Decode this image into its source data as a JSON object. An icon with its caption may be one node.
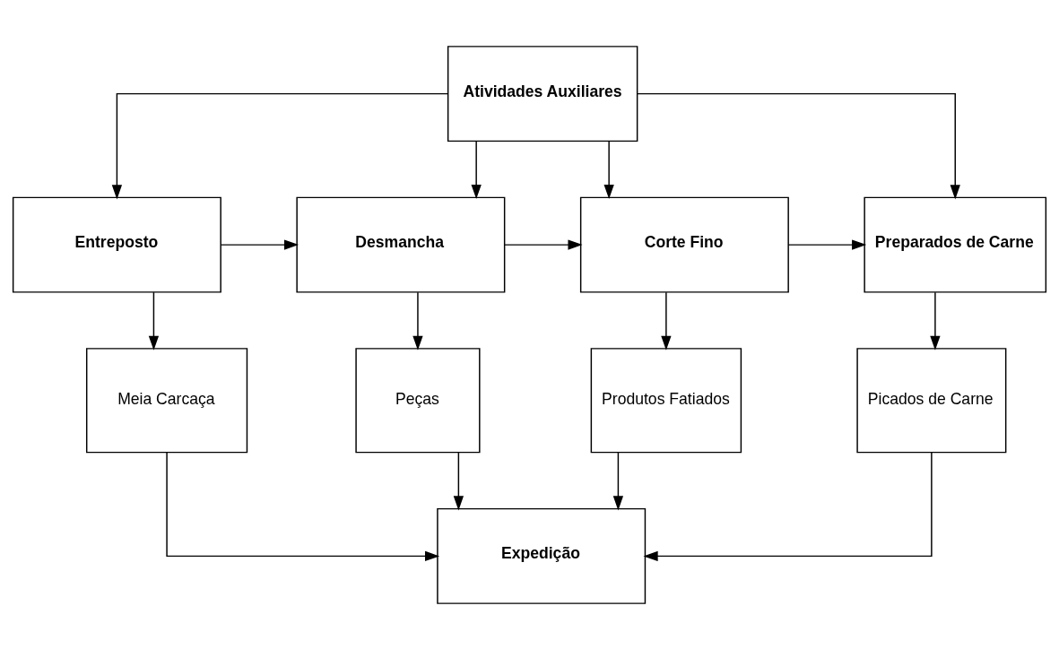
{
  "diagram": {
    "nodes": [
      {
        "text": [
          "Atividades Auxiliares"
        ]
      },
      {
        "text": [
          "Entreposto"
        ]
      },
      {
        "text": [
          "Desmancha"
        ]
      },
      {
        "text": [
          "Corte Fino"
        ]
      },
      {
        "text": [
          "Preparados de Carne"
        ]
      },
      {
        "text": [
          "Meia Carcaça"
        ]
      },
      {
        "text": [
          "Peças"
        ]
      },
      {
        "text": [
          "Produtos Fatiados"
        ]
      },
      {
        "text": [
          "Picados de Carne"
        ]
      },
      {
        "text": [
          "Expedição"
        ]
      }
    ],
    "edges": [
      {
        "from": 0,
        "to": 1,
        "arrow": "to"
      },
      {
        "from": 0,
        "to": 2,
        "arrow": "to"
      },
      {
        "from": 0,
        "to": 3,
        "arrow": "to"
      },
      {
        "from": 0,
        "to": 4,
        "arrow": "to"
      },
      {
        "from": 1,
        "to": 2,
        "arrow": "to"
      },
      {
        "from": 2,
        "to": 3,
        "arrow": "to"
      },
      {
        "from": 3,
        "to": 4,
        "arrow": "to"
      },
      {
        "from": 1,
        "to": 5,
        "arrow": "to"
      },
      {
        "from": 2,
        "to": 6,
        "arrow": "to"
      },
      {
        "from": 3,
        "to": 7,
        "arrow": "to"
      },
      {
        "from": 4,
        "to": 8,
        "arrow": "to"
      },
      {
        "from": 5,
        "to": 9,
        "arrow": "to"
      },
      {
        "from": 6,
        "to": 9,
        "arrow": "to"
      },
      {
        "from": 7,
        "to": 9,
        "arrow": "to"
      },
      {
        "from": 8,
        "to": 9,
        "arrow": "to"
      }
    ]
  }
}
